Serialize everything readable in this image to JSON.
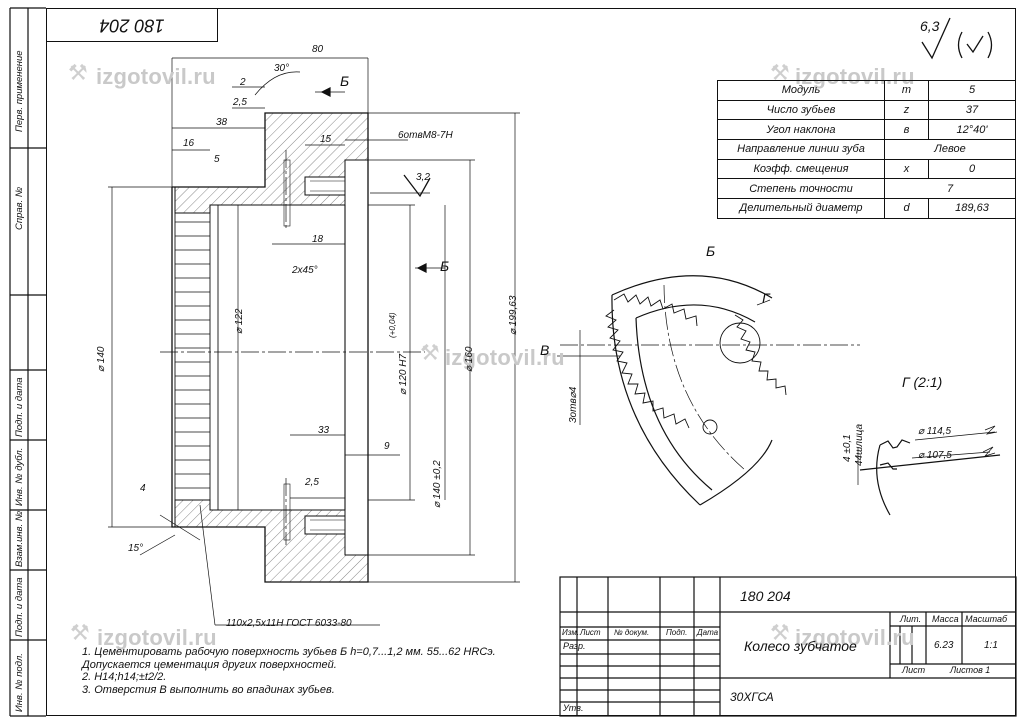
{
  "stamp_number": "180 204",
  "roughness": "6,3",
  "roughness_paren": "(√)",
  "watermark": "izgotovil.ru",
  "left_strip": {
    "perv_primenenie": "Перв. применение",
    "sprav": "Справ. №",
    "podp_data": "Подп. и дата",
    "inv_dubl": "Инв. № дубл.",
    "vzam_inv": "Взам.инв. №",
    "podp_data2": "Подп. и дата",
    "inv_podl": "Инв. № подл."
  },
  "params": [
    {
      "name": "Модуль",
      "sym": "m",
      "val": "5"
    },
    {
      "name": "Число зубьев",
      "sym": "z",
      "val": "37"
    },
    {
      "name": "Угол наклона",
      "sym": "в",
      "val": "12°40'"
    },
    {
      "name": "Направление линии зуба",
      "sym": "",
      "val": "Левое"
    },
    {
      "name": "Коэфф. смещения",
      "sym": "x",
      "val": "0"
    },
    {
      "name": "Степень точности",
      "sym": "",
      "val": "7"
    },
    {
      "name": "Делительный диаметр",
      "sym": "d",
      "val": "189,63"
    }
  ],
  "dims": {
    "d80": "80",
    "d30deg": "30°",
    "d2": "2",
    "d25a": "2,5",
    "d38": "38",
    "d16": "16",
    "d5": "5",
    "d15": "15",
    "holes": "6отвМ8-7Н",
    "rough32": "3,2",
    "d18": "18",
    "chamfer": "2х45°",
    "dia122": "⌀ 122",
    "dia140": "⌀ 140",
    "dia120": "⌀ 120 H7",
    "dia120tol": "(+0,04)",
    "dia160": "⌀ 160",
    "dia19963": "⌀ 199,63",
    "d33": "33",
    "d9": "9",
    "dia140tol": "⌀ 140 ±0,2",
    "d25b": "2,5",
    "d4": "4",
    "ang15": "15°",
    "spline": "110х2,5х11Н ГОСТ 6033-80",
    "sec_b": "Б",
    "arrow_b": "Б",
    "sec_b2": "Б",
    "mark_v": "В",
    "mark_g": "Г",
    "holes4": "3отв⌀4",
    "detail_g": "Г (2:1)",
    "spline_dim": "4 ±0,1",
    "spline_count": "44шлица",
    "dia1145": "⌀ 114,5",
    "dia1075": "⌀ 107,5"
  },
  "notes": [
    "1. Цементировать рабочую поверхность зубьев Б h=0,7...1,2 мм. 55...62 HRCэ.",
    "   Допускается цементация других поверхностей.",
    "2. H14;h14;±t2/2.",
    "3. Отверстия В выполнить во впадинах зубьев."
  ],
  "title_block": {
    "doc_number": "180 204",
    "name": "Колесо зубчатое",
    "material": "30ХГСА",
    "col_izm": "Изм.",
    "col_list": "Лист",
    "col_ndok": "№ докум.",
    "col_podp": "Подп.",
    "col_data": "Дата",
    "razrab": "Разр.",
    "utv": "Утв.",
    "lit": "Лит.",
    "massa": "Масса",
    "masshtab": "Масштаб",
    "mass_val": "6.23",
    "scale_val": "1:1",
    "list": "Лист",
    "listov": "Листов 1"
  }
}
